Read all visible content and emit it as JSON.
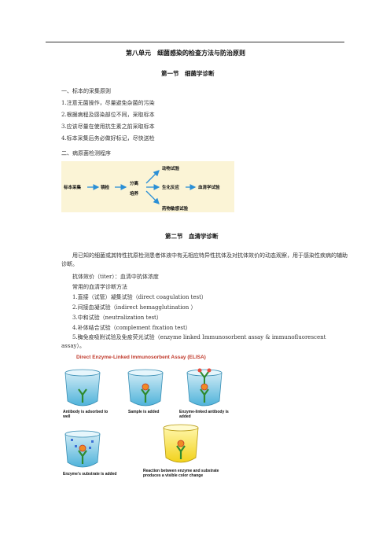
{
  "unit_title": "第八单元　细菌感染的检查方法与防治原则",
  "section1": {
    "title": "第一节　细菌学诊断",
    "heading1": "一、标本的采集原则",
    "items": [
      "1.注意无菌操作，尽量避免杂菌的污染",
      "2.根据病程及感染部位不同，采取标本",
      "3.应该尽量在使用抗生素之前采取标本",
      "4.标本采集后务必做好标记，尽快送检"
    ],
    "heading2": "二、病原菌检测程序",
    "flow": {
      "specimen": "标本采集",
      "smear": "镜检",
      "isolate": "分离",
      "culture": "培养",
      "animal": "动物试验",
      "biochem": "生化反应",
      "serology": "血清学试验",
      "drug": "药物敏感试验"
    }
  },
  "section2": {
    "title": "第二节　血清学诊断",
    "intro": "用已知的细菌或其特性抗原检测患者体液中有无相应特异性抗体及对抗体效价的动态观察，用于感染性疾病的辅助诊断。",
    "line_titer": "抗体效价（titer）：血清中抗体浓度",
    "line_methods": "常用的血清学诊断方法",
    "methods": [
      "1.直接（试管）凝集试验（direct coagulation test）",
      "2.间接血凝试验（indirect hemagglutination ）",
      "3.中和试验（neutralization test）",
      "4.补体结合试验（complement fixation test）",
      "5.酶免疫吸附试验及免疫荧光试验（enzyme linked Immunosorbent assay & immunofluorescent assay）。"
    ]
  },
  "elisa": {
    "title": "Direct Enzyme-Linked Immunosorbent Assay (ELISA)",
    "captions": [
      "Antibody is adsorbed to well",
      "Sample is added",
      "Enzyme-linked antibody is added",
      "Enzyme's substrate is added",
      "Reaction between enzyme and substrate produces a visible color change"
    ]
  }
}
